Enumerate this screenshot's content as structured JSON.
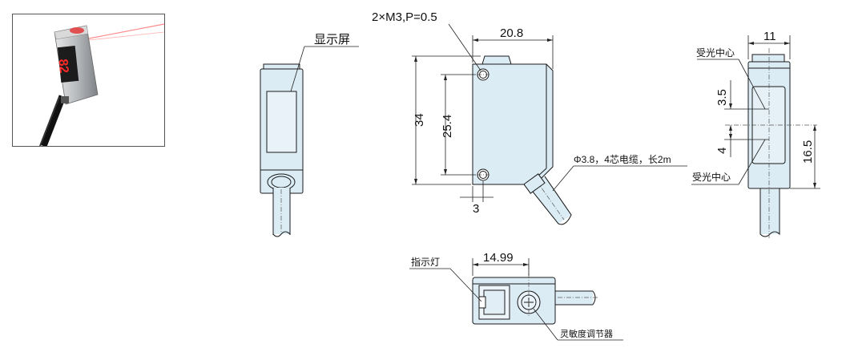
{
  "photo": {
    "display_digits": "82"
  },
  "front_view": {
    "display_label": "显示屏"
  },
  "side_view": {
    "hole_label": "2×M3,P=0.5",
    "width_dim": "20.8",
    "height_dim": "34",
    "hole_pitch_dim": "25.4",
    "hole_offset_dim": "3",
    "cable_label": "Φ3.8，4芯电缆，长2m"
  },
  "right_view": {
    "width_dim": "11",
    "emitter_label": "受光中心",
    "receiver_label": "受光中心",
    "dim_upper": "3.5",
    "dim_lower": "4",
    "dim_center": "16.5"
  },
  "bottom_view": {
    "indicator_label": "指示灯",
    "width_dim": "14.99",
    "adjuster_label": "灵敏度调节器"
  },
  "colors": {
    "body": "#dcecf5",
    "body_dark": "#c9dfeb",
    "line": "#1a1a1a",
    "cable": "#dfeef6"
  }
}
